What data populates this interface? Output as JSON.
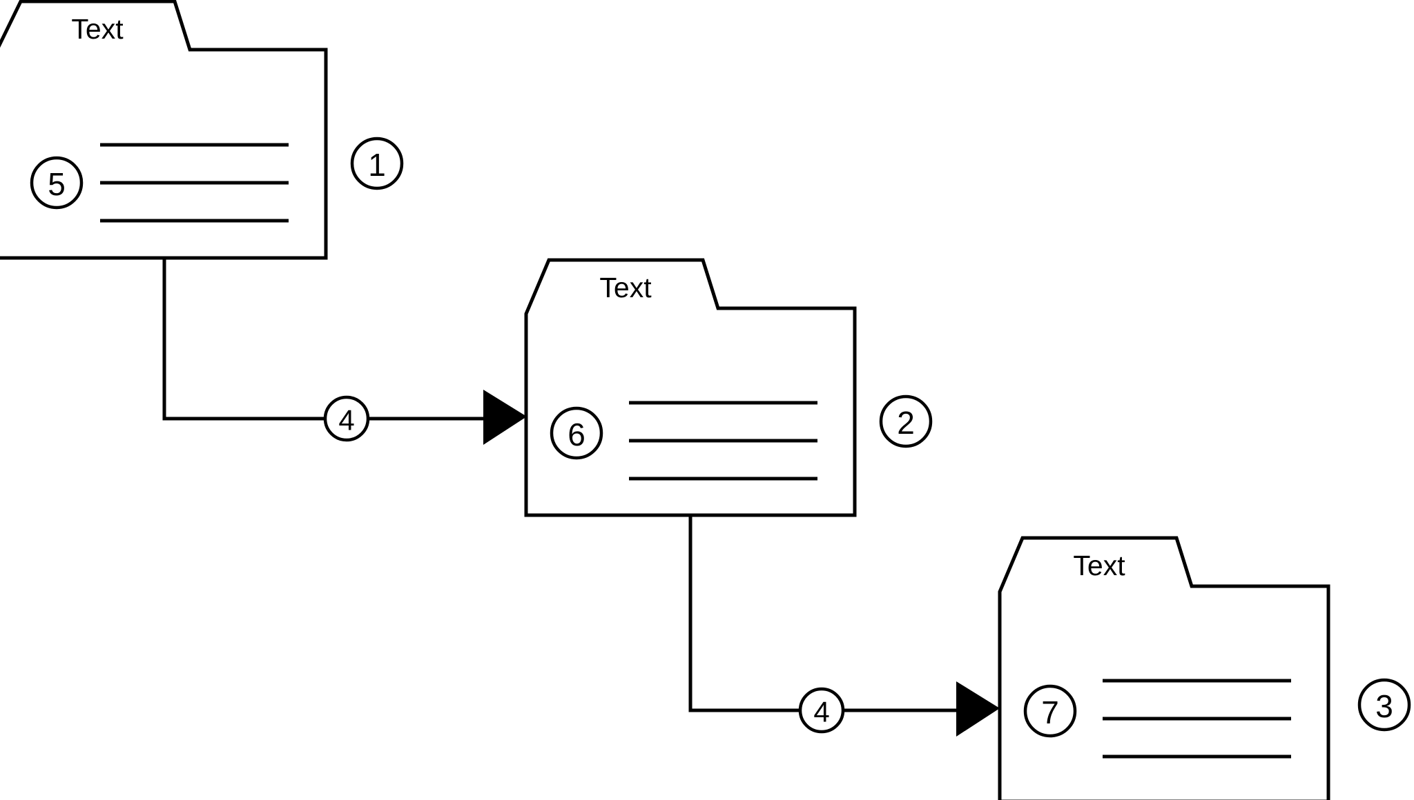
{
  "diagram": {
    "type": "flow-diagram",
    "background_color": "#ffffff",
    "stroke_color": "#000000",
    "nodes": [
      {
        "id": "folder-1",
        "shape": "folder",
        "title": "Text",
        "inner_marker": "5",
        "outer_marker": "1",
        "content_line_count": 3
      },
      {
        "id": "folder-2",
        "shape": "folder",
        "title": "Text",
        "inner_marker": "6",
        "outer_marker": "2",
        "content_line_count": 3
      },
      {
        "id": "folder-3",
        "shape": "folder",
        "title": "Text",
        "inner_marker": "7",
        "outer_marker": "3",
        "content_line_count": 3
      }
    ],
    "connectors": [
      {
        "id": "connector-1",
        "from": "folder-1",
        "to": "folder-2",
        "label": "4",
        "arrow": "filled-triangle"
      },
      {
        "id": "connector-2",
        "from": "folder-2",
        "to": "folder-3",
        "label": "4",
        "arrow": "filled-triangle"
      }
    ]
  }
}
